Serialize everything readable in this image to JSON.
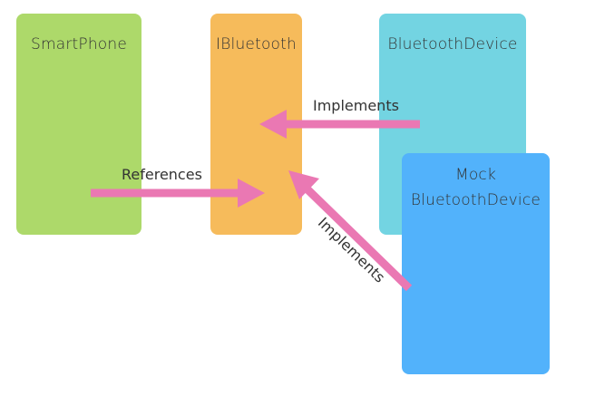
{
  "colors": {
    "smartphone": "#add96a",
    "ibluetooth": "#f6bb5b",
    "bluetooth_device": "#73d4e2",
    "mock_device": "#52b2fb",
    "arrow": "#ea78b3",
    "text": "#333333"
  },
  "boxes": {
    "smartphone": {
      "title": "SmartPhone"
    },
    "ibluetooth": {
      "title": "IBluetooth"
    },
    "bluetooth_device": {
      "title": "BluetoothDevice"
    },
    "mock_device": {
      "title_line1": "Mock",
      "title_line2": "BluetoothDevice"
    }
  },
  "relations": [
    {
      "from": "BluetoothDevice",
      "to": "IBluetooth",
      "label": "Implements"
    },
    {
      "from": "SmartPhone",
      "to": "IBluetooth",
      "label": "References"
    },
    {
      "from": "Mock BluetoothDevice",
      "to": "IBluetooth",
      "label": "Implements"
    }
  ]
}
